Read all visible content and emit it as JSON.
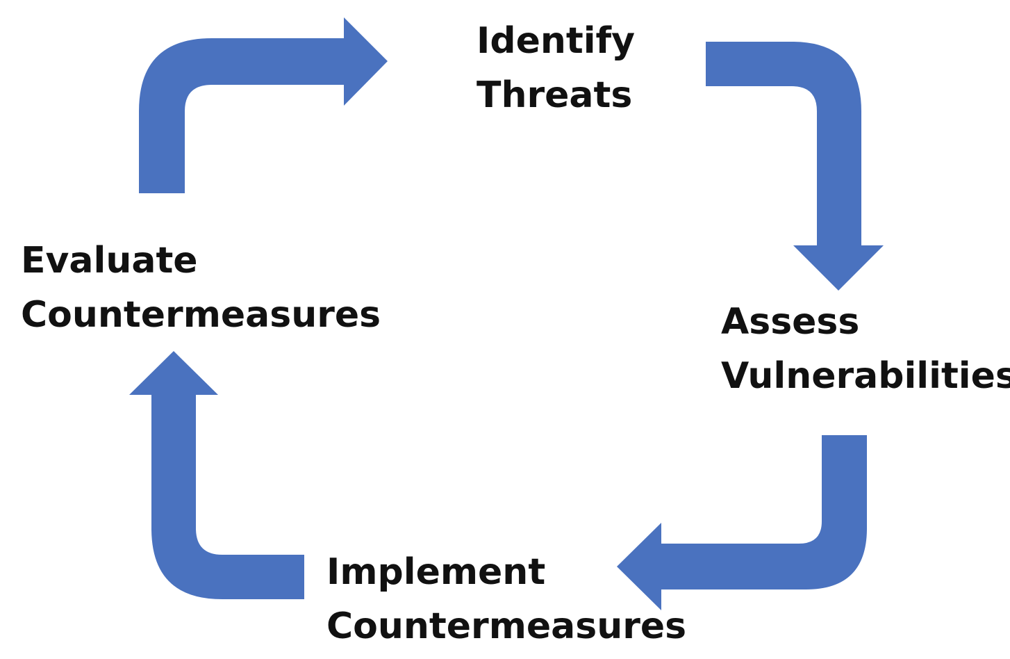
{
  "diagram": {
    "steps": [
      {
        "line1": "Identify",
        "line2": "Threats"
      },
      {
        "line1": "Assess",
        "line2": "Vulnerabilities"
      },
      {
        "line1": "Implement",
        "line2": "Countermeasures"
      },
      {
        "line1": "Evaluate",
        "line2": "Countermeasures"
      }
    ],
    "arrow_color": "#4a72bf",
    "arrows": [
      {
        "from": "Evaluate Countermeasures",
        "to": "Identify Threats"
      },
      {
        "from": "Identify Threats",
        "to": "Assess Vulnerabilities"
      },
      {
        "from": "Assess Vulnerabilities",
        "to": "Implement Countermeasures"
      },
      {
        "from": "Implement Countermeasures",
        "to": "Evaluate Countermeasures"
      }
    ]
  }
}
